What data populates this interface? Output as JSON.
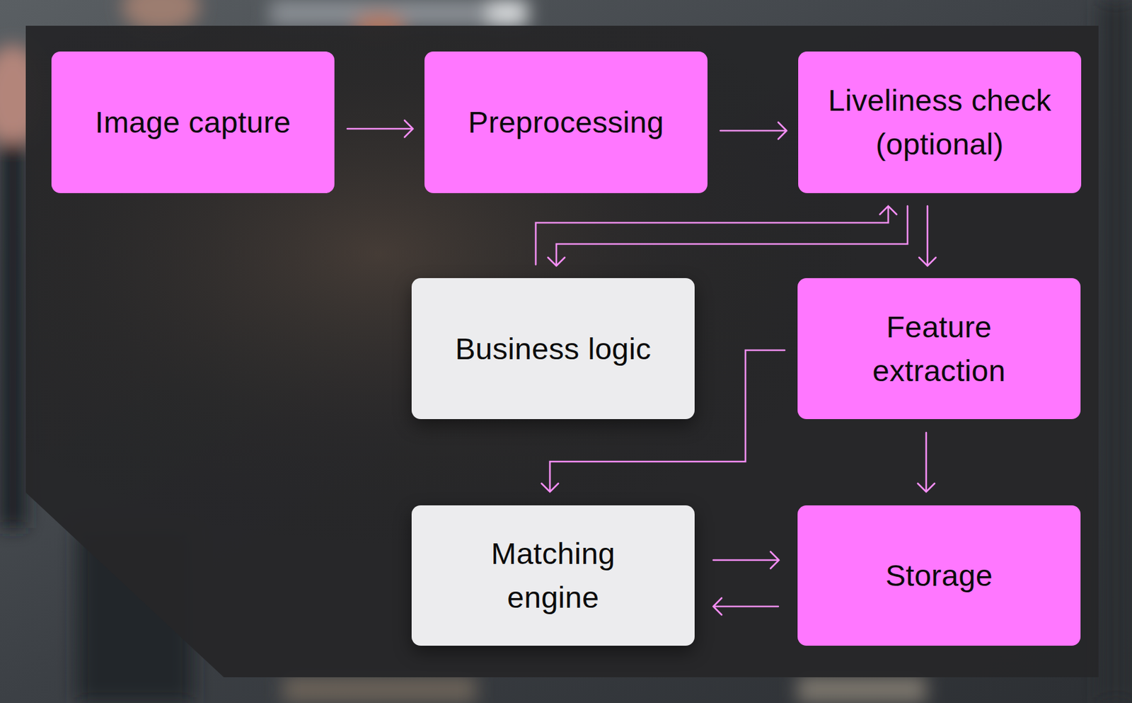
{
  "diagram": {
    "nodes": [
      {
        "text": [
          "Image capture"
        ]
      },
      {
        "text": [
          "Preprocessing"
        ]
      },
      {
        "text": [
          "Liveliness check (optional)"
        ]
      },
      {
        "text": [
          "Business logic"
        ]
      },
      {
        "text": [
          "Feature extraction"
        ]
      },
      {
        "text": [
          "Matching engine"
        ]
      },
      {
        "text": [
          "Storage"
        ]
      }
    ],
    "edges": [
      {
        "from": 0,
        "to": 1,
        "arrow": "to"
      },
      {
        "from": 1,
        "to": 2,
        "arrow": "to"
      },
      {
        "from": 3,
        "to": 2,
        "arrow": "to"
      },
      {
        "from": 2,
        "to": 3,
        "arrow": "to"
      },
      {
        "from": 2,
        "to": 4,
        "arrow": "to"
      },
      {
        "from": 4,
        "to": 5,
        "arrow": "to"
      },
      {
        "from": 4,
        "to": 6,
        "arrow": "to"
      },
      {
        "from": 5,
        "to": 6,
        "arrow": "to"
      },
      {
        "from": 6,
        "to": 5,
        "arrow": "to"
      }
    ]
  }
}
